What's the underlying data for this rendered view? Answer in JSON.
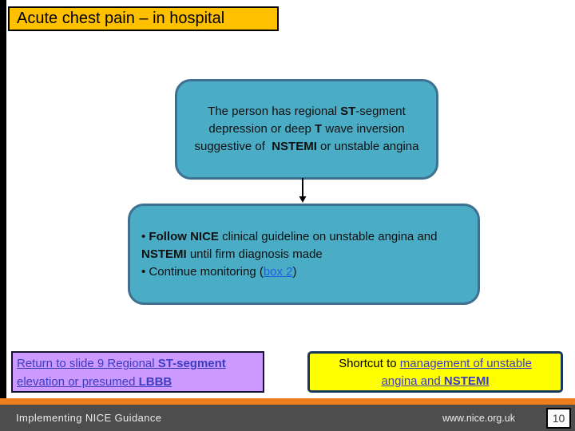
{
  "title": {
    "text": "Acute chest pain – in hospital"
  },
  "flow": {
    "box1": {
      "lines": [
        [
          {
            "text": "The person has regional "
          },
          {
            "text": "ST",
            "styles": [
              "bold"
            ]
          },
          {
            "text": "-segment"
          }
        ],
        [
          {
            "text": "depression or deep "
          },
          {
            "text": "T",
            "styles": [
              "bold"
            ]
          },
          {
            "text": " wave inversion"
          }
        ],
        [
          {
            "text": "suggestive of  "
          },
          {
            "text": "NSTEMI",
            "styles": [
              "bold"
            ]
          },
          {
            "text": " or unstable angina"
          }
        ]
      ]
    },
    "box2": {
      "lines": [
        [
          {
            "text": "• "
          },
          {
            "text": "Follow NICE",
            "styles": [
              "bold"
            ]
          },
          {
            "text": " clinical guideline on unstable angina and"
          }
        ],
        [
          {
            "text": "NSTEMI",
            "styles": [
              "bold"
            ]
          },
          {
            "text": " until firm diagnosis made"
          }
        ],
        [
          {
            "text": "• Continue monitoring ("
          },
          {
            "text": "box 2",
            "styles": [
              "link"
            ],
            "name": "box-2-link",
            "interactable": true
          },
          {
            "text": ")"
          }
        ]
      ]
    }
  },
  "nav": {
    "return_link": {
      "lines": [
        [
          {
            "text": "Return to slide 9 Regional ",
            "styles": [
              "link"
            ]
          },
          {
            "text": "ST-segment",
            "styles": [
              "link",
              "bold"
            ]
          }
        ],
        [
          {
            "text": "elevation or presumed ",
            "styles": [
              "link"
            ]
          },
          {
            "text": "LBBB",
            "styles": [
              "link",
              "bold"
            ]
          }
        ]
      ]
    },
    "shortcut_link": {
      "lines": [
        [
          {
            "text": "Shortcut to "
          },
          {
            "text": "management of unstable",
            "styles": [
              "link"
            ],
            "name": "shortcut-link",
            "interactable": true
          }
        ],
        [
          {
            "text": "angina and ",
            "styles": [
              "link"
            ]
          },
          {
            "text": "NSTEMI",
            "styles": [
              "link",
              "bold"
            ]
          }
        ]
      ]
    }
  },
  "footer": {
    "left": "Implementing NICE Guidance",
    "right": "www.nice.org.uk",
    "page": "10"
  },
  "colors": {
    "gold": "#FFC000",
    "teal": "#4BACC6",
    "teal_border": "#3E7191",
    "purple": "#CC99FF",
    "yellow": "#FFFF00",
    "yellow_border": "#17375E",
    "link_indigo": "#3C3CC0",
    "link_blue": "#2060E0",
    "orange": "#EE7F1D",
    "footer_gray": "#4D4D4D"
  }
}
